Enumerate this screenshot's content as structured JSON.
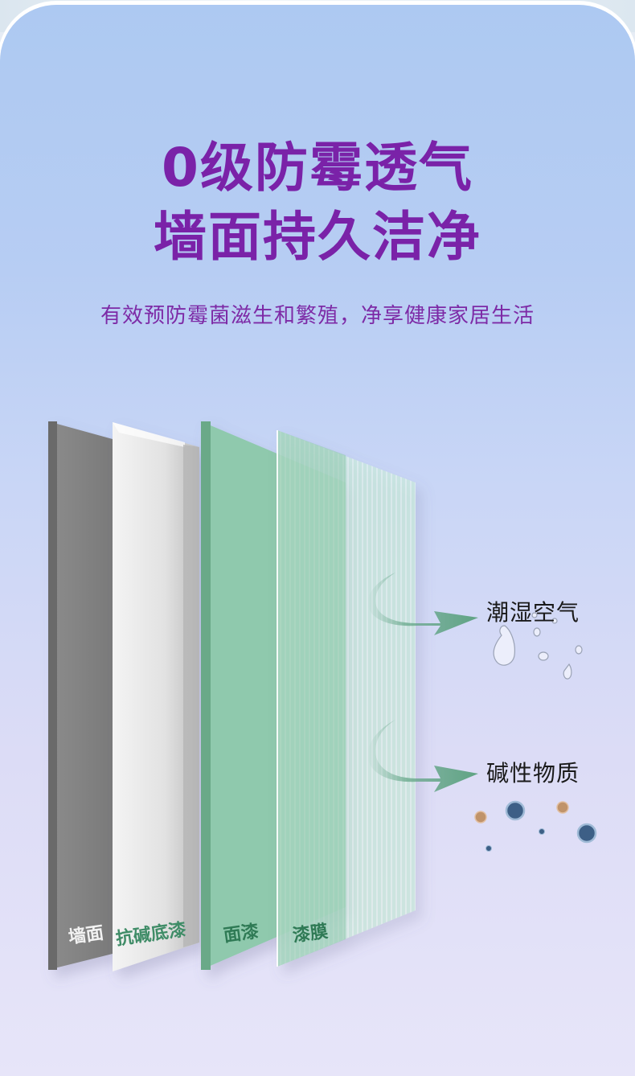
{
  "header": {
    "title_line1": "0级防霉透气",
    "title_line2": "墙面持久洁净",
    "subtitle": "有效预防霉菌滋生和繁殖，净享健康家居生活"
  },
  "layers": [
    {
      "label": "墙面",
      "color": "#7e7e7e"
    },
    {
      "label": "抗碱底漆",
      "color": "#e4e4e4"
    },
    {
      "label": "面漆",
      "color": "#8fc9ad"
    },
    {
      "label": "漆膜",
      "color": "#c6e8d8"
    }
  ],
  "callouts": [
    {
      "label": "潮湿空气",
      "icon": "water-droplets-icon"
    },
    {
      "label": "碱性物质",
      "icon": "alkali-particles-icon"
    }
  ],
  "colors": {
    "headline": "#7a22a8",
    "subtitle": "#7d2aa6",
    "arrow": "#5fa383",
    "background_top": "#adc9f2",
    "background_bottom": "#e7e5f9"
  }
}
